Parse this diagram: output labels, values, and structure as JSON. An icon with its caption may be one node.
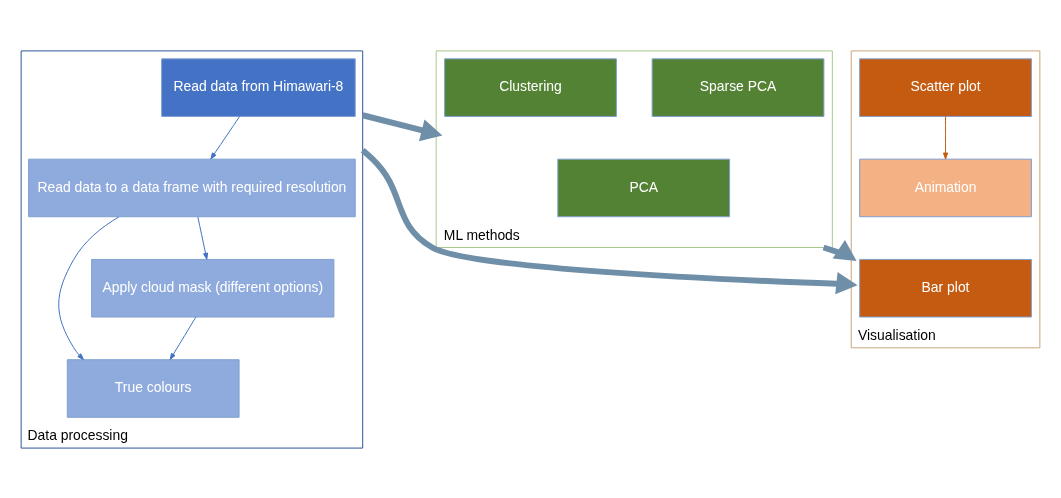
{
  "diagram": {
    "nodes": [
      {
        "text": [
          "Data processing"
        ]
      },
      {
        "text": [
          "Read data from Himawari-8"
        ],
        "in": 0
      },
      {
        "text": [
          "Read data to a data frame with required resolution"
        ],
        "in": 0
      },
      {
        "text": [
          "True colours"
        ],
        "in": 0
      },
      {
        "text": [
          "Apply cloud mask (different options)"
        ],
        "in": 0
      },
      {
        "text": [
          "ML methods"
        ]
      },
      {
        "text": [
          "PCA"
        ],
        "in": 5
      },
      {
        "text": [
          "Sparse PCA"
        ],
        "in": 5
      },
      {
        "text": [
          "Clustering"
        ],
        "in": 5
      },
      {
        "text": [
          "Visualisation"
        ]
      },
      {
        "text": [
          "Bar plot"
        ],
        "in": 9
      },
      {
        "text": [
          "Scatter plot"
        ],
        "in": 9
      },
      {
        "text": [
          "Animation"
        ],
        "in": 9
      }
    ],
    "edges": [
      {
        "from": 1,
        "to": 2,
        "arrow": "to"
      },
      {
        "from": 2,
        "to": 3,
        "arrow": "to"
      },
      {
        "from": 2,
        "to": 4,
        "arrow": "to"
      },
      {
        "from": 4,
        "to": 3,
        "arrow": "to"
      },
      {
        "from": 0,
        "to": 5,
        "arrow": "to",
        "style": "thick",
        "color": "#6f8fa8"
      },
      {
        "from": 0,
        "to": 9,
        "arrow": "to",
        "style": "thick",
        "color": "#6f8fa8"
      },
      {
        "from": 5,
        "to": 9,
        "arrow": "to",
        "style": "thick",
        "color": "#6f8fa8"
      },
      {
        "from": 11,
        "to": 12,
        "arrow": "to",
        "color": "#c55a11"
      }
    ]
  }
}
